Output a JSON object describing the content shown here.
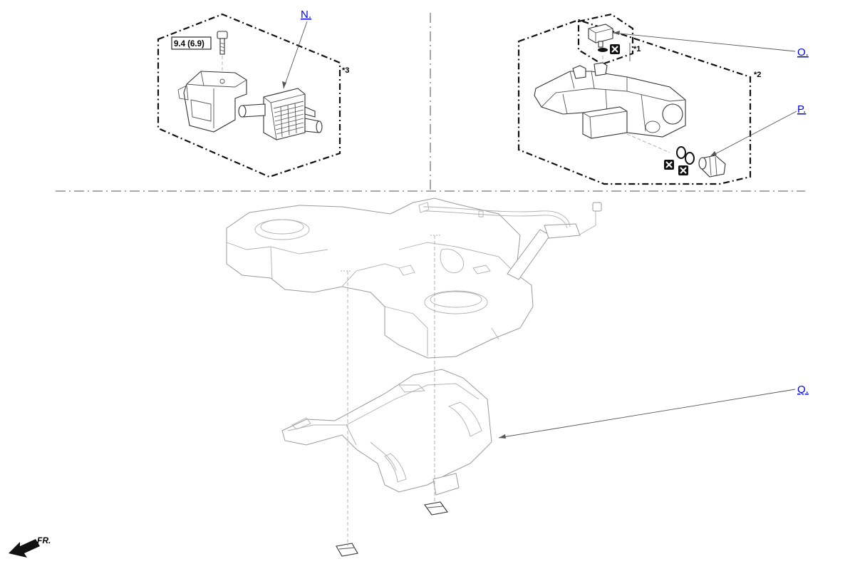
{
  "callouts": {
    "n": "N.",
    "o": "O.",
    "p": "P.",
    "q": "Q."
  },
  "notes": {
    "note1": "*1",
    "note2": "*2",
    "note3": "*3"
  },
  "torque": "9.4 (6.9)",
  "front_marker": "FR.",
  "icons": [
    "bolt-icon",
    "non-reusable-part-icon",
    "front-arrow-icon"
  ],
  "colors": {
    "link": "#0000ee",
    "line": "#333333",
    "ghost_line": "#9a9a9a"
  }
}
